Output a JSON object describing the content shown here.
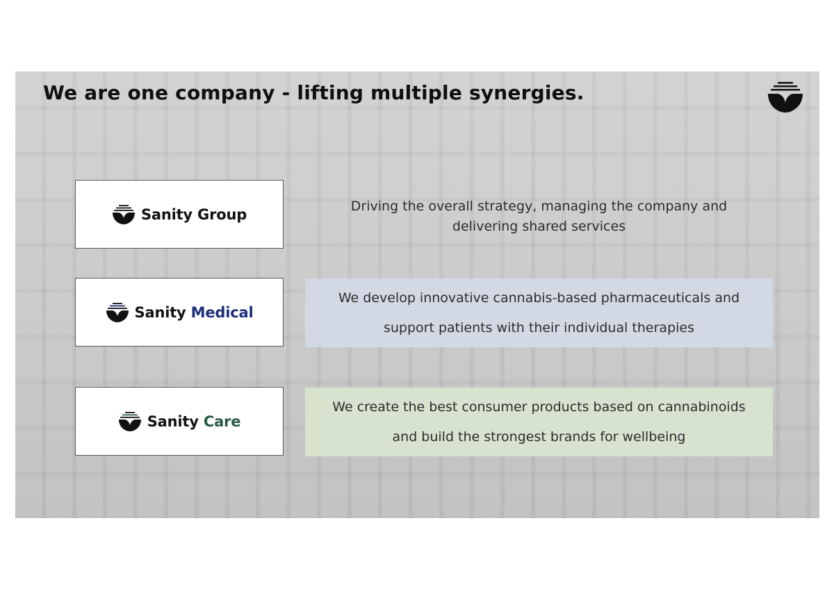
{
  "slide": {
    "title": "We are one company - lifting multiple synergies."
  },
  "header_logo": {
    "icon": "sanity-leaf-icon"
  },
  "brands": [
    {
      "word1": "Sanity",
      "word2": "Group",
      "word2_color": "#121212",
      "icon": "sanity-leaf-icon",
      "description_line1": "Driving the overall strategy, managing the company and",
      "description_line2": "delivering shared services",
      "highlight_color": null
    },
    {
      "word1": "Sanity",
      "word2": "Medical",
      "word2_color": "#1d2f7a",
      "icon": "sanity-leaf-icon",
      "description_line1": "We develop innovative cannabis-based pharmaceuticals and",
      "description_line2": "support patients with their individual therapies",
      "highlight_color": "#d3d9e4"
    },
    {
      "word1": "Sanity",
      "word2": "Care",
      "word2_color": "#2d5a45",
      "icon": "sanity-leaf-icon",
      "description_line1": "We create the best consumer products based on cannabinoids",
      "description_line2": "and build the strongest brands for wellbeing",
      "highlight_color": "#d7e3cf"
    }
  ]
}
